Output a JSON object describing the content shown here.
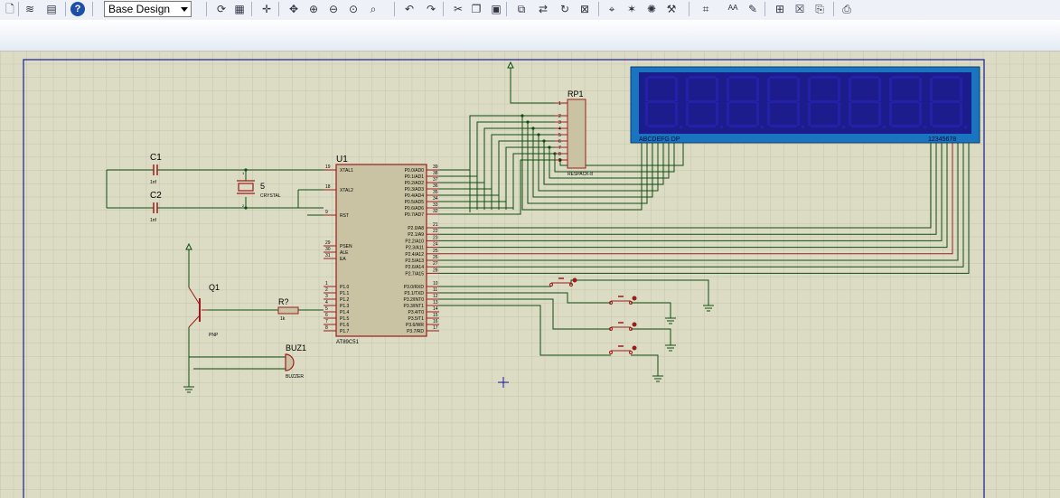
{
  "toolbar": {
    "design_select": "Base Design",
    "icons": [
      "new-sheet-icon",
      "logo-icon",
      "notes-icon",
      "help-icon",
      "refresh-icon",
      "grid-icon",
      "origin-icon",
      "pan-icon",
      "zoom-in-icon",
      "zoom-out-icon",
      "zoom-all-icon",
      "zoom-area-icon",
      "undo-icon",
      "redo-icon",
      "cut-icon",
      "copy-icon",
      "paste-icon",
      "block-copy-icon",
      "block-move-icon",
      "block-rotate-icon",
      "block-delete-icon",
      "pick-device-icon",
      "make-device-icon",
      "packaging-icon",
      "decompose-icon",
      "wire-autoroute-icon",
      "search-tag-icon",
      "property-tool-icon",
      "new-sheet-add-icon",
      "remove-sheet-icon",
      "design-explorer-icon",
      "export-icon"
    ],
    "help_glyph": "?"
  },
  "colors": {
    "wire": "#0f4d0f",
    "component": "#9b1c1c",
    "component_fill": "#c9c3a3",
    "sheet_border": "#1a1aa0",
    "grid": "#c5c5ad",
    "lcd_body": "#1a75c0",
    "lcd_screen": "#1c1c8c",
    "lcd_segment": "#2222a8"
  },
  "schematic": {
    "u1": {
      "ref": "U1",
      "part": "AT89C51",
      "left_pins": [
        {
          "num": "19",
          "name": "XTAL1"
        },
        {
          "num": "18",
          "name": "XTAL2"
        },
        {
          "num": "9",
          "name": "RST"
        },
        {
          "num": "29",
          "name": "PSEN"
        },
        {
          "num": "30",
          "name": "ALE"
        },
        {
          "num": "31",
          "name": "EA"
        },
        {
          "num": "1",
          "name": "P1.0"
        },
        {
          "num": "2",
          "name": "P1.1"
        },
        {
          "num": "3",
          "name": "P1.2"
        },
        {
          "num": "4",
          "name": "P1.3"
        },
        {
          "num": "5",
          "name": "P1.4"
        },
        {
          "num": "6",
          "name": "P1.5"
        },
        {
          "num": "7",
          "name": "P1.6"
        },
        {
          "num": "8",
          "name": "P1.7"
        }
      ],
      "right_pins": [
        {
          "num": "39",
          "name": "P0.0/AD0"
        },
        {
          "num": "38",
          "name": "P0.1/AD1"
        },
        {
          "num": "37",
          "name": "P0.2/AD2"
        },
        {
          "num": "36",
          "name": "P0.3/AD3"
        },
        {
          "num": "35",
          "name": "P0.4/AD4"
        },
        {
          "num": "34",
          "name": "P0.5/AD5"
        },
        {
          "num": "33",
          "name": "P0.6/AD6"
        },
        {
          "num": "32",
          "name": "P0.7/AD7"
        },
        {
          "num": "21",
          "name": "P2.0/A8"
        },
        {
          "num": "22",
          "name": "P2.1/A9"
        },
        {
          "num": "23",
          "name": "P2.2/A10"
        },
        {
          "num": "24",
          "name": "P2.3/A11"
        },
        {
          "num": "25",
          "name": "P2.4/A12"
        },
        {
          "num": "26",
          "name": "P2.5/A13"
        },
        {
          "num": "27",
          "name": "P2.6/A14"
        },
        {
          "num": "28",
          "name": "P2.7/A15"
        },
        {
          "num": "10",
          "name": "P3.0/RXD"
        },
        {
          "num": "11",
          "name": "P3.1/TXD"
        },
        {
          "num": "12",
          "name": "P3.2/INT0"
        },
        {
          "num": "13",
          "name": "P3.3/INT1"
        },
        {
          "num": "14",
          "name": "P3.4/T0"
        },
        {
          "num": "15",
          "name": "P3.5/T1"
        },
        {
          "num": "16",
          "name": "P3.6/WR"
        },
        {
          "num": "17",
          "name": "P3.7/RD"
        }
      ]
    },
    "c1": {
      "ref": "C1",
      "value": "1nf"
    },
    "c2": {
      "ref": "C2",
      "value": "1nf"
    },
    "crystal": {
      "ref": "5",
      "part": "CRYSTAL",
      "pin1": "1",
      "pin2": "2"
    },
    "q1": {
      "ref": "Q1",
      "part": "PNP"
    },
    "r1": {
      "ref": "R?",
      "value": "1k"
    },
    "buz1": {
      "ref": "BUZ1",
      "part": "BUZZER"
    },
    "rp1": {
      "ref": "RP1",
      "part": "RESPACK-8",
      "pins": [
        "1",
        "2",
        "3",
        "4",
        "5",
        "6",
        "7",
        "8",
        "9"
      ]
    },
    "lcd": {
      "seg_label": "ABCDEFG  DP",
      "digit_label": "12345678"
    }
  }
}
